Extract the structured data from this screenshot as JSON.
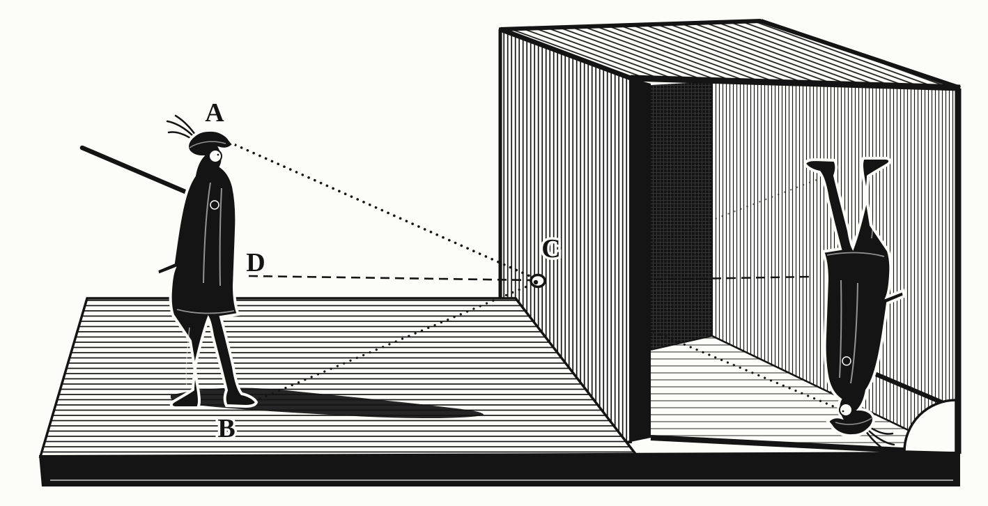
{
  "figure": {
    "labels": {
      "a": "A",
      "b": "B",
      "c": "C",
      "d": "D"
    },
    "colors": {
      "ink": "#141414",
      "paper": "#fcfcf9"
    }
  }
}
